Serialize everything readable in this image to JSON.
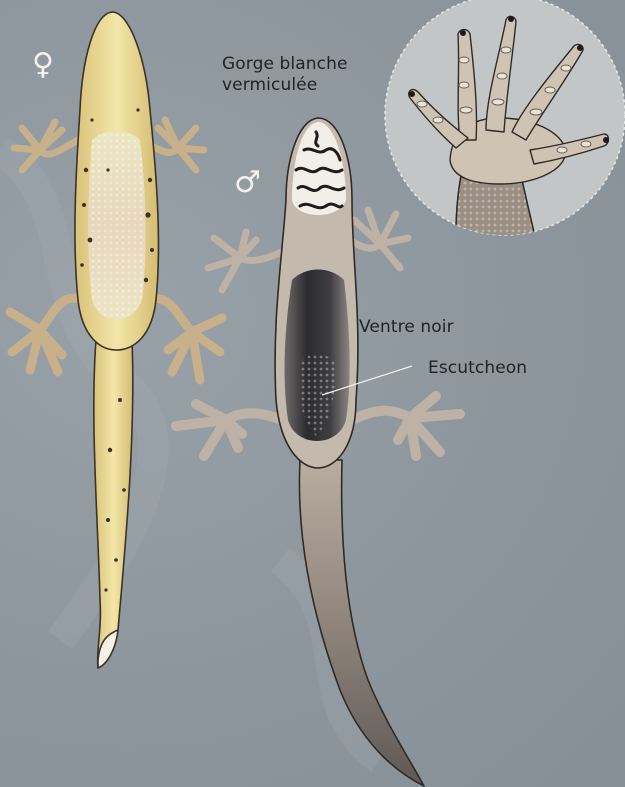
{
  "labels": {
    "throat": [
      "Gorge blanche",
      "vermiculée"
    ],
    "belly": "Ventre noir",
    "escutcheon": "Escutcheon"
  },
  "symbols": {
    "female": "♀",
    "male": "♂"
  },
  "colors": {
    "background": "#8f989f",
    "female_body": "#e8d48a",
    "male_body": "#b7aea2",
    "male_belly": "#3a3a3c",
    "inset_bg": "#bfc3c4"
  }
}
